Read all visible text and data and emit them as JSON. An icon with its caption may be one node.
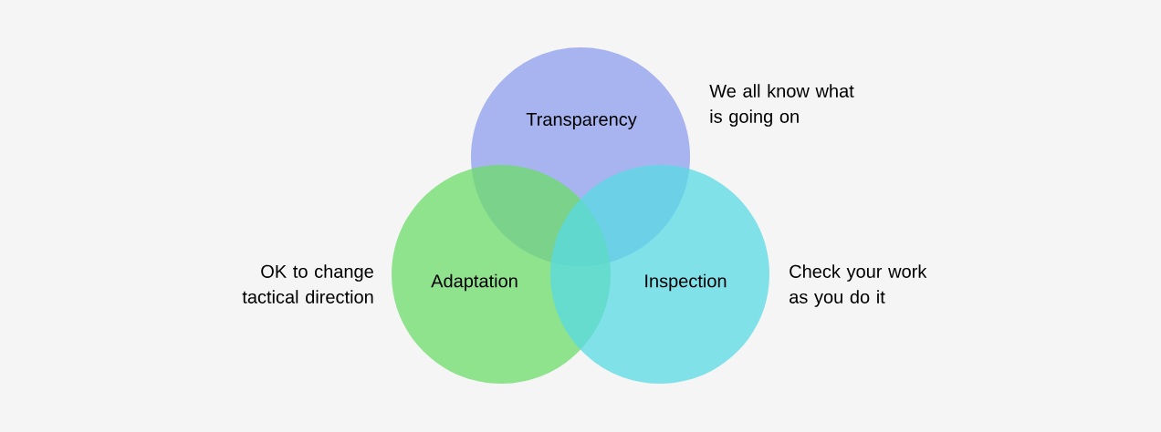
{
  "diagram": {
    "nodes": [
      {
        "text": [
          "Transparency"
        ],
        "beside": [
          "We all know what is going on"
        ]
      },
      {
        "text": [
          "Adaptation"
        ],
        "beside": [
          "OK to change tactical direction"
        ]
      },
      {
        "text": [
          "Inspection"
        ],
        "beside": [
          "Check your work as you do it"
        ]
      }
    ],
    "edges": []
  }
}
